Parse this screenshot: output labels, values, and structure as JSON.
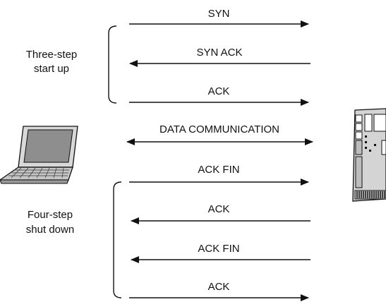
{
  "groups": {
    "startup": {
      "line1": "Three-step",
      "line2": "start up"
    },
    "shutdown": {
      "line1": "Four-step",
      "line2": "shut down"
    }
  },
  "messages": [
    {
      "label": "SYN",
      "direction": "right"
    },
    {
      "label": "SYN ACK",
      "direction": "left"
    },
    {
      "label": "ACK",
      "direction": "right"
    },
    {
      "label": "DATA COMMUNICATION",
      "direction": "both"
    },
    {
      "label": "ACK FIN",
      "direction": "right"
    },
    {
      "label": "ACK",
      "direction": "left"
    },
    {
      "label": "ACK FIN",
      "direction": "left"
    },
    {
      "label": "ACK",
      "direction": "right"
    }
  ],
  "devices": {
    "client": "laptop-icon",
    "server": "server-board-icon"
  }
}
